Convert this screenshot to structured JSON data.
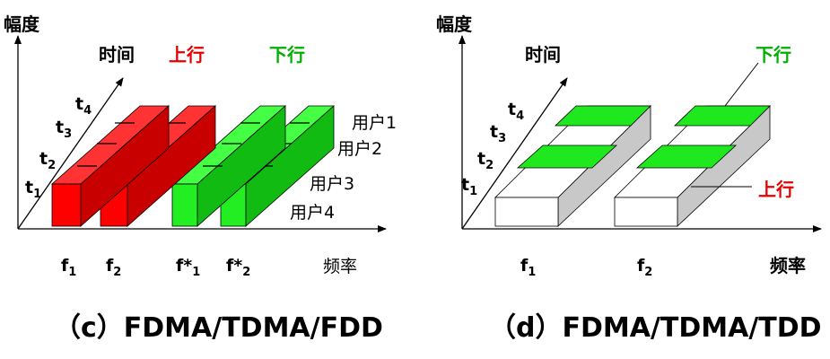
{
  "colors": {
    "red_front": "#ff0000",
    "red_top": "#ff3333",
    "red_side": "#c80000",
    "green_front": "#22ee22",
    "green_top": "#44ff44",
    "green_side": "#11bb11",
    "gray_side": "#c8c8c8",
    "tdd_green": "#1fe81f",
    "uplink_text": "#e60000",
    "downlink_text": "#00b000"
  },
  "left": {
    "amplitude": "幅度",
    "time": "时间",
    "uplink": "上行",
    "downlink": "下行",
    "time_ticks": [
      {
        "t": "t",
        "sub": "1"
      },
      {
        "t": "t",
        "sub": "2"
      },
      {
        "t": "t",
        "sub": "3"
      },
      {
        "t": "t",
        "sub": "4"
      }
    ],
    "users": [
      "用户1",
      "用户2",
      "用户3",
      "用户4"
    ],
    "freqs": [
      {
        "f": "f",
        "sub": "1"
      },
      {
        "f": "f",
        "sub": "2"
      },
      {
        "f": "f*",
        "sub": "1"
      },
      {
        "f": "f*",
        "sub": "2"
      }
    ],
    "freq_axis": "频率",
    "caption": "（c）FDMA/TDMA/FDD"
  },
  "right": {
    "amplitude": "幅度",
    "time": "时间",
    "downlink": "下行",
    "uplink": "上行",
    "time_ticks": [
      {
        "t": "t",
        "sub": "1"
      },
      {
        "t": "t",
        "sub": "2"
      },
      {
        "t": "t",
        "sub": "3"
      },
      {
        "t": "t",
        "sub": "4"
      }
    ],
    "freqs": [
      {
        "f": "f",
        "sub": "1"
      },
      {
        "f": "f",
        "sub": "2"
      }
    ],
    "freq_axis": "频率",
    "caption": "（d）FDMA/TDMA/TDD"
  }
}
